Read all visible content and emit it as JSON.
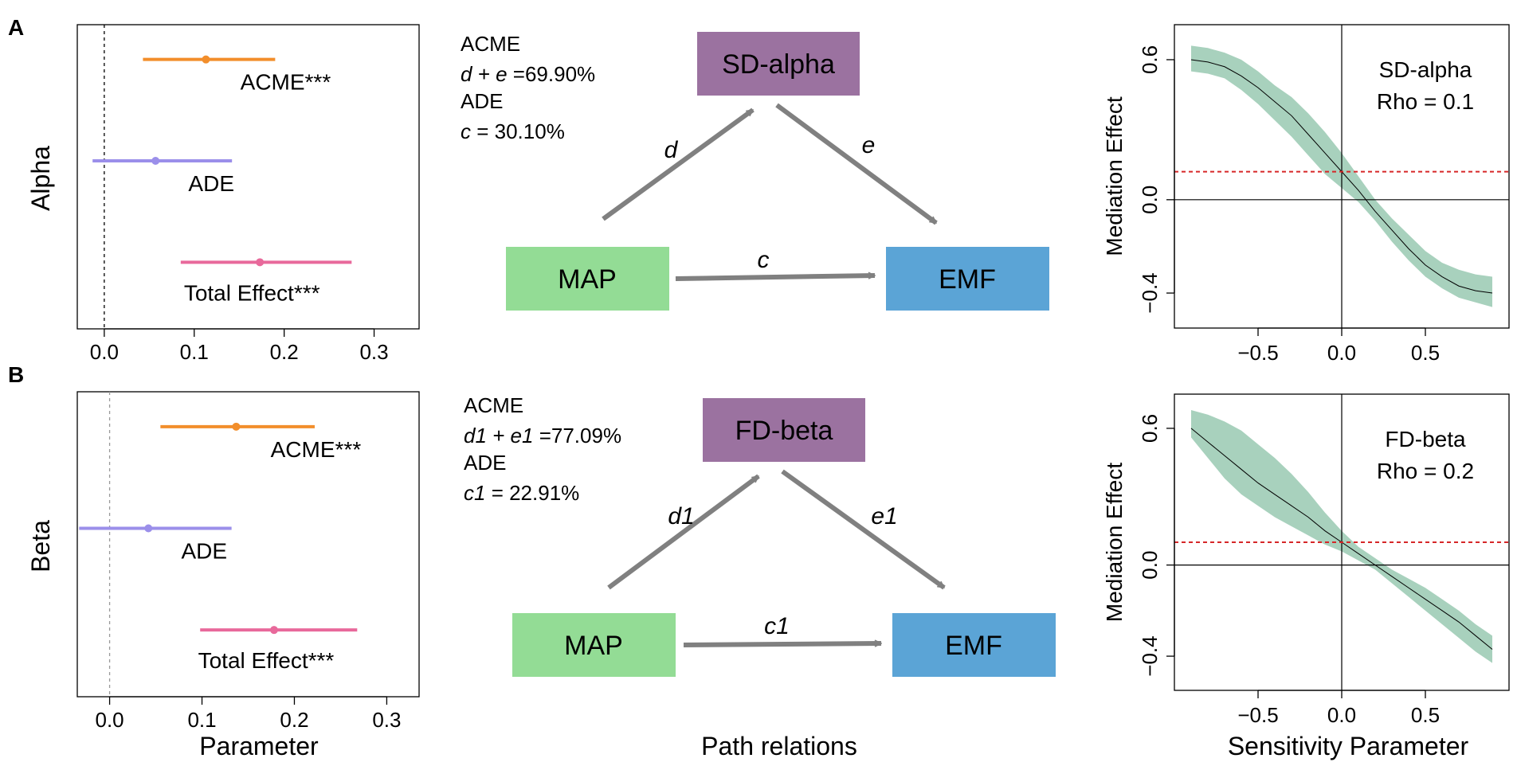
{
  "panels": [
    {
      "letter": "A",
      "row_label": "Alpha",
      "mediator": "SD-alpha",
      "source": "MAP",
      "target": "EMF",
      "path_a": "d",
      "path_b": "e",
      "path_direct": "c",
      "stats": {
        "acme_label": "ACME",
        "acme_expr_italic": "d + e",
        "acme_value": " =69.90%",
        "ade_label": "ADE",
        "ade_expr_italic": "c",
        "ade_value": " = 30.10%"
      },
      "sens_label": "SD-alpha",
      "sens_rho": "Rho = 0.1"
    },
    {
      "letter": "B",
      "row_label": "Beta",
      "mediator": "FD-beta",
      "source": "MAP",
      "target": "EMF",
      "path_a": "d1",
      "path_b": "e1",
      "path_direct": "c1",
      "stats": {
        "acme_label": "ACME",
        "acme_expr_italic": "d1 + e1",
        "acme_value": " =77.09%",
        "ade_label": "ADE",
        "ade_expr_italic": "c1",
        "ade_value": " = 22.91%"
      },
      "sens_label": "FD-beta",
      "sens_rho": "Rho = 0.2"
    }
  ],
  "bottom_labels": {
    "forest_xlabel": "Parameter",
    "diagram_xlabel": "Path relations",
    "sens_xlabel": "Sensitivity Parameter"
  },
  "colors": {
    "acme": "#F28E2B",
    "ade": "#9B8FEA",
    "total": "#E8699B",
    "mediator_box": "#9B72A0",
    "source_box": "#93DC95",
    "target_box": "#5BA4D6",
    "arrow": "#808080",
    "band": "#A8D1BD",
    "reference_line": "#D62728"
  },
  "chart_data": [
    {
      "type": "forest",
      "panel": "A",
      "xlim": [
        -0.03,
        0.35
      ],
      "xticks": [
        "0.0",
        "0.1",
        "0.2",
        "0.3"
      ],
      "zero_line": "dashed",
      "series": [
        {
          "name": "ACME***",
          "estimate": 0.113,
          "lower": 0.043,
          "upper": 0.19
        },
        {
          "name": "ADE",
          "estimate": 0.057,
          "lower": -0.013,
          "upper": 0.142
        },
        {
          "name": "Total Effect***",
          "estimate": 0.173,
          "lower": 0.085,
          "upper": 0.275
        }
      ]
    },
    {
      "type": "forest",
      "panel": "B",
      "xlim": [
        -0.035,
        0.335
      ],
      "xticks": [
        "0.0",
        "0.1",
        "0.2",
        "0.3"
      ],
      "zero_line": "dashed",
      "series": [
        {
          "name": "ACME***",
          "estimate": 0.137,
          "lower": 0.055,
          "upper": 0.222
        },
        {
          "name": "ADE",
          "estimate": 0.042,
          "lower": -0.033,
          "upper": 0.132
        },
        {
          "name": "Total Effect***",
          "estimate": 0.178,
          "lower": 0.098,
          "upper": 0.268
        }
      ]
    },
    {
      "type": "line",
      "panel": "A",
      "ylabel": "Mediation Effect",
      "xlim": [
        -1.0,
        1.0
      ],
      "ylim": [
        -0.55,
        0.75
      ],
      "xticks": [
        "-0.5",
        "0.0",
        "0.5"
      ],
      "yticks": [
        "-0.4",
        "0.0",
        "0.6"
      ],
      "reference_y": 0.12,
      "x": [
        -0.9,
        -0.8,
        -0.7,
        -0.6,
        -0.5,
        -0.4,
        -0.3,
        -0.2,
        -0.1,
        0.0,
        0.1,
        0.2,
        0.3,
        0.4,
        0.5,
        0.6,
        0.7,
        0.8,
        0.9
      ],
      "estimate": [
        0.6,
        0.59,
        0.57,
        0.53,
        0.48,
        0.42,
        0.36,
        0.28,
        0.2,
        0.12,
        0.04,
        -0.05,
        -0.13,
        -0.21,
        -0.28,
        -0.33,
        -0.37,
        -0.39,
        -0.4
      ],
      "lower": [
        0.55,
        0.54,
        0.52,
        0.47,
        0.41,
        0.34,
        0.27,
        0.19,
        0.11,
        0.05,
        -0.01,
        -0.09,
        -0.18,
        -0.26,
        -0.33,
        -0.38,
        -0.42,
        -0.44,
        -0.46
      ],
      "upper": [
        0.66,
        0.65,
        0.63,
        0.6,
        0.55,
        0.49,
        0.44,
        0.37,
        0.29,
        0.2,
        0.1,
        0.0,
        -0.08,
        -0.15,
        -0.22,
        -0.27,
        -0.3,
        -0.32,
        -0.33
      ]
    },
    {
      "type": "line",
      "panel": "B",
      "ylabel": "Mediation Effect",
      "xlim": [
        -1.0,
        1.0
      ],
      "ylim": [
        -0.55,
        0.75
      ],
      "xticks": [
        "-0.5",
        "0.0",
        "0.5"
      ],
      "yticks": [
        "-0.4",
        "0.0",
        "0.6"
      ],
      "reference_y": 0.1,
      "x": [
        -0.9,
        -0.8,
        -0.7,
        -0.6,
        -0.5,
        -0.4,
        -0.3,
        -0.2,
        -0.1,
        0.0,
        0.1,
        0.2,
        0.3,
        0.4,
        0.5,
        0.6,
        0.7,
        0.8,
        0.9
      ],
      "estimate": [
        0.6,
        0.54,
        0.48,
        0.42,
        0.36,
        0.31,
        0.26,
        0.21,
        0.15,
        0.1,
        0.05,
        0.0,
        -0.05,
        -0.1,
        -0.15,
        -0.2,
        -0.25,
        -0.31,
        -0.37
      ],
      "lower": [
        0.56,
        0.47,
        0.38,
        0.31,
        0.26,
        0.21,
        0.17,
        0.13,
        0.09,
        0.06,
        0.02,
        -0.02,
        -0.08,
        -0.14,
        -0.2,
        -0.26,
        -0.32,
        -0.38,
        -0.43
      ],
      "upper": [
        0.68,
        0.66,
        0.63,
        0.59,
        0.53,
        0.47,
        0.4,
        0.32,
        0.23,
        0.15,
        0.08,
        0.03,
        -0.02,
        -0.06,
        -0.1,
        -0.15,
        -0.2,
        -0.26,
        -0.31
      ]
    }
  ]
}
